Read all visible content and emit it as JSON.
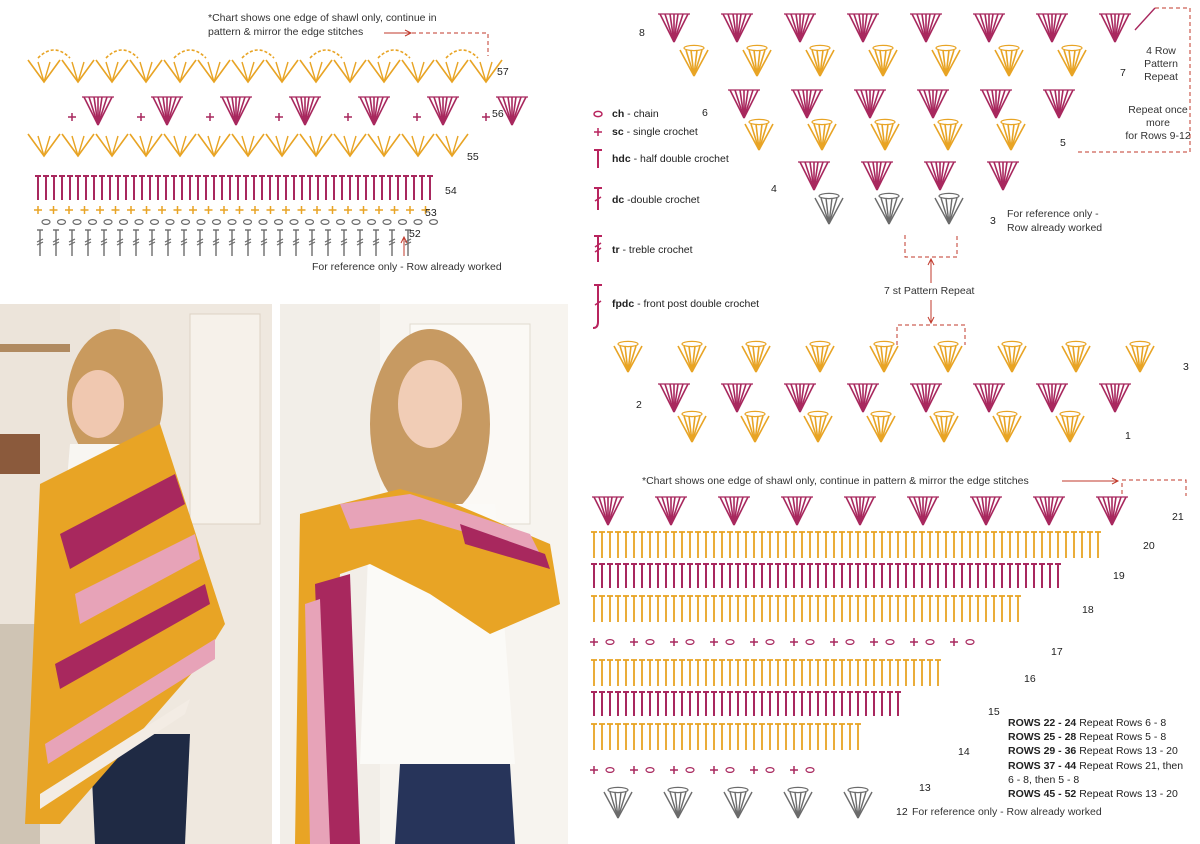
{
  "colors": {
    "yellow": "#e8a425",
    "magenta": "#a8285e",
    "gray": "#6b6b6b",
    "red_dash": "#c0392b",
    "pink": "#e7a3b8",
    "cream": "#f3ece4"
  },
  "top_left_chart": {
    "note_line1": "*Chart shows one edge of shawl only, continue in",
    "note_line2": "pattern & mirror the edge stitches",
    "row_labels": [
      "57",
      "56",
      "55",
      "54",
      "53",
      "52"
    ],
    "ref_note": "For reference only - Row already worked"
  },
  "top_right_chart": {
    "row_labels": [
      "8",
      "7",
      "6",
      "5",
      "4",
      "3"
    ],
    "repeat_label": [
      "4 Row",
      "Pattern",
      "Repeat"
    ],
    "repeat_once": [
      "Repeat once",
      "more",
      "for Rows 9-12"
    ],
    "ref_note": [
      "For reference only -",
      "Row already worked"
    ]
  },
  "legend": [
    {
      "abbr": "ch",
      "desc": " - chain",
      "symbol": "chain-icon"
    },
    {
      "abbr": "sc",
      "desc": " - single crochet",
      "symbol": "single-crochet-icon"
    },
    {
      "abbr": "hdc",
      "desc": " - half double crochet",
      "symbol": "half-double-crochet-icon"
    },
    {
      "abbr": "dc",
      "desc": " -double crochet",
      "symbol": "double-crochet-icon"
    },
    {
      "abbr": "tr",
      "desc": " - treble crochet",
      "symbol": "treble-crochet-icon"
    },
    {
      "abbr": "fpdc",
      "desc": " - front post double crochet",
      "symbol": "front-post-double-crochet-icon"
    }
  ],
  "middle_chart": {
    "repeat_label": "7 st Pattern Repeat",
    "row_labels": [
      "3",
      "2",
      "1"
    ]
  },
  "bottom_chart": {
    "note": "*Chart shows one edge of shawl only, continue in pattern & mirror the edge stitches",
    "row_labels": [
      "21",
      "20",
      "19",
      "18",
      "17",
      "16",
      "15",
      "14",
      "13",
      "12"
    ],
    "ref_note": "For reference only - Row already worked"
  },
  "repeat_instructions": [
    {
      "rows": "ROWS 22 - 24",
      "text": " Repeat Rows 6 - 8"
    },
    {
      "rows": "ROWS 25 - 28",
      "text": " Repeat Rows 5 - 8"
    },
    {
      "rows": "ROWS 29 - 36",
      "text": " Repeat Rows 13 - 20"
    },
    {
      "rows": "ROWS 37 - 44",
      "text": " Repeat Rows 21, then"
    },
    {
      "rows": "",
      "text": "6 - 8, then 5 - 8"
    },
    {
      "rows": "ROWS 45 - 52",
      "text": " Repeat Rows 13 - 20"
    }
  ]
}
